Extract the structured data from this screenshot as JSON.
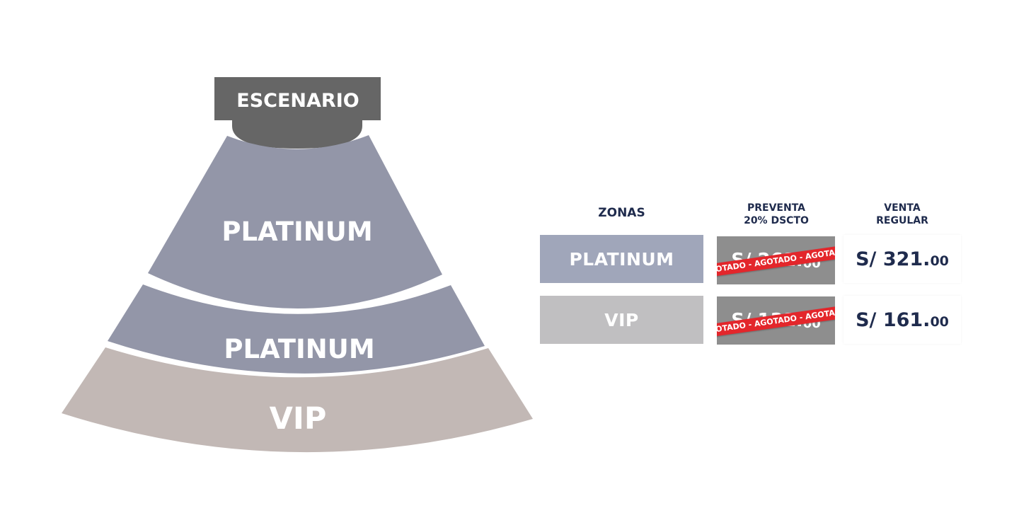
{
  "map": {
    "stage_label": "ESCENARIO",
    "zones": [
      {
        "label": "PLATINUM",
        "color": "#9396a8"
      },
      {
        "label": "PLATINUM",
        "color": "#9396a8"
      },
      {
        "label": "VIP",
        "color": "#c2b8b5"
      }
    ],
    "stage_color": "#666666"
  },
  "table": {
    "headers": {
      "zonas": "ZONAS",
      "preventa_line1": "PREVENTA",
      "preventa_line2": "20% DSCTO",
      "venta_line1": "VENTA",
      "venta_line2": "REGULAR"
    },
    "rows": [
      {
        "zone": "PLATINUM",
        "zone_color": "#a0a6ba",
        "presale_int": "S/ 261.",
        "presale_dec": "00",
        "sold_out": "AGOTADO - AGOTADO - AGOTADO - AGOTADO",
        "regular_int": "S/ 321.",
        "regular_dec": "00"
      },
      {
        "zone": "VIP",
        "zone_color": "#c0bfc1",
        "presale_int": "S/ 131.",
        "presale_dec": "00",
        "sold_out": "AGOTADO - AGOTADO - AGOTADO - AGOTADO",
        "regular_int": "S/ 161.",
        "regular_dec": "00"
      }
    ]
  }
}
